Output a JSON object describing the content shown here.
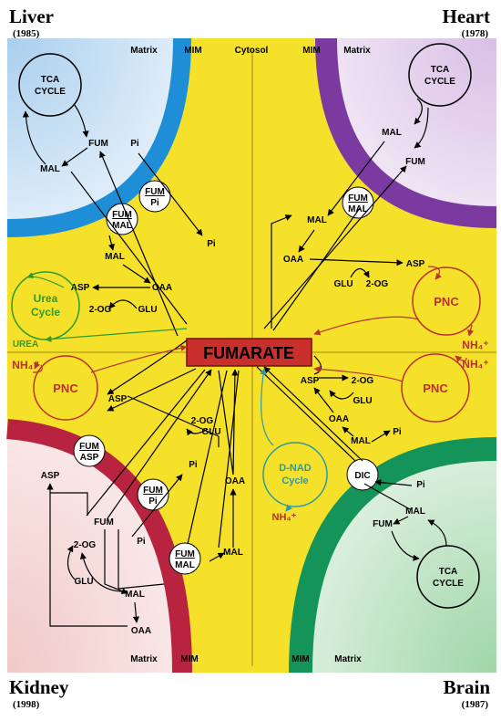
{
  "corners": {
    "liver": {
      "name": "Liver",
      "year": "(1985)"
    },
    "heart": {
      "name": "Heart",
      "year": "(1978)"
    },
    "kidney": {
      "name": "Kidney",
      "year": "(1998)"
    },
    "brain": {
      "name": "Brain",
      "year": "(1987)"
    }
  },
  "center": {
    "label": "FUMARATE",
    "cytosol": "Cytosol"
  },
  "membrane": {
    "matrix": "Matrix",
    "mim": "MIM"
  },
  "liver": {
    "tca_line1": "TCA",
    "tca_line2": "CYCLE",
    "fum": "FUM",
    "mal": "MAL",
    "pi_top": "Pi",
    "pi_bottom": "Pi",
    "carrier_a_top": "FUM",
    "carrier_a_bottom": "Pi",
    "carrier_b_top": "FUM",
    "carrier_b_bottom": "MAL",
    "mal_cyto": "MAL",
    "oaa": "OAA",
    "asp": "ASP",
    "og": "2-OG",
    "glu": "GLU",
    "urea_line1": "Urea",
    "urea_line2": "Cycle",
    "urea": "UREA"
  },
  "heart": {
    "tca_line1": "TCA",
    "tca_line2": "CYCLE",
    "mal": "MAL",
    "fum": "FUM",
    "carrier_top": "FUM",
    "carrier_bottom": "MAL",
    "mal_cyto": "MAL",
    "oaa": "OAA",
    "asp": "ASP",
    "glu": "GLU",
    "og": "2-OG",
    "pnc": "PNC",
    "nh4": "NH₄⁺",
    "nh4_b": "NH₄⁺"
  },
  "kidney": {
    "nh4": "NH₄⁺",
    "pnc": "PNC",
    "asp_top": "ASP",
    "og": "2-OG",
    "glu": "GLU",
    "carrier_a_top": "FUM",
    "carrier_a_bottom": "ASP",
    "asp": "ASP",
    "pi": "Pi",
    "carrier_b_top": "FUM",
    "carrier_b_bottom": "Pi",
    "oaa_right": "OAA",
    "fum": "FUM",
    "og_m": "2-OG",
    "pi_m": "Pi",
    "carrier_c_top": "FUM",
    "carrier_c_bottom": "MAL",
    "mal_right": "MAL",
    "glu_m": "GLU",
    "mal": "MAL",
    "oaa": "OAA"
  },
  "brain": {
    "asp": "ASP",
    "og": "2-OG",
    "glu": "GLU",
    "oaa": "OAA",
    "mal": "MAL",
    "pi_top": "Pi",
    "pnc": "PNC",
    "dnad_line1": "D-NAD",
    "dnad_line2": "Cycle",
    "nh4": "NH₄⁺",
    "dic": "DIC",
    "pi": "Pi",
    "mal_m": "MAL",
    "fum": "FUM",
    "tca_line1": "TCA",
    "tca_line2": "CYCLE"
  },
  "colors": {
    "cytosol": "#f6e12a",
    "liver_mim": "#1e8fd6",
    "heart_mim": "#7a3aa0",
    "kidney_mim": "#b8243f",
    "brain_mim": "#15945a",
    "fumarate_box": "#c9302c",
    "green_text": "#2e9a2a",
    "red_text": "#b8322a",
    "teal": "#2a9aa6"
  }
}
